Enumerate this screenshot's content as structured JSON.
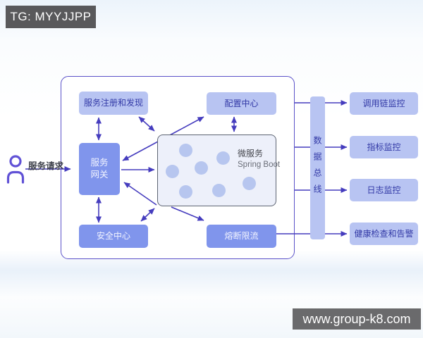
{
  "badges": {
    "tg": "TG: MYYJJPP",
    "site": "www.group-k8.com"
  },
  "actor": {
    "request_label": "服务请求"
  },
  "nodes": {
    "registry": "服务注册和发现",
    "config_center": "配置中心",
    "gateway_line1": "服务",
    "gateway_line2": "网关",
    "security_center": "安全中心",
    "circuit_breaker": "熔断限流",
    "microservice_title": "微服务",
    "microservice_subtitle": "Spring Boot",
    "data_bus": "数据总线"
  },
  "monitors": [
    {
      "label": "调用链监控"
    },
    {
      "label": "指标监控"
    },
    {
      "label": "日志监控"
    },
    {
      "label": "健康检查和告警"
    }
  ],
  "colors": {
    "node_light": "#b8c4f2",
    "node_medium": "#8095ec",
    "arrow": "#453cbe",
    "container_border": "#5a51c9",
    "microservice_fill": "#edf0fa",
    "badge_bg": "#59595b"
  }
}
